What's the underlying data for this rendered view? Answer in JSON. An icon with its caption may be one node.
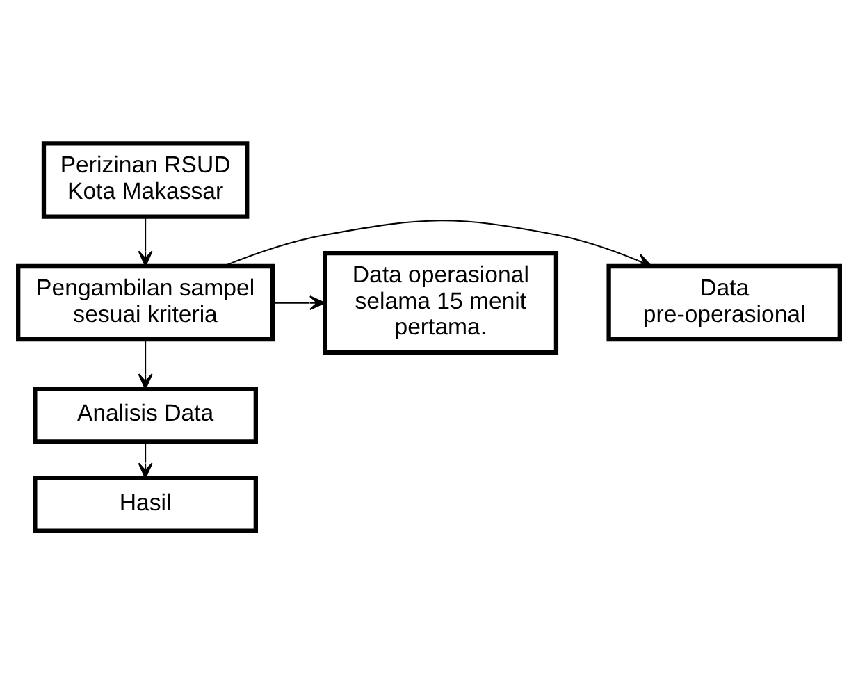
{
  "diagram": {
    "nodes": [
      {
        "text": [
          "Perizinan RSUD Kota Makassar"
        ]
      },
      {
        "text": [
          "Pengambilan sampel sesuai kriteria"
        ]
      },
      {
        "text": [
          "Analisis Data"
        ]
      },
      {
        "text": [
          "Hasil"
        ]
      },
      {
        "text": [
          "Data pre-operasional"
        ]
      },
      {
        "text": [
          "Data operasional selama 15 menit pertama."
        ]
      }
    ],
    "edges": [
      {
        "from": 0,
        "to": 1,
        "arrow": "to"
      },
      {
        "from": 1,
        "to": 2,
        "arrow": "to"
      },
      {
        "from": 2,
        "to": 3,
        "arrow": "to"
      },
      {
        "from": 1,
        "to": 4,
        "arrow": "to"
      },
      {
        "from": 1,
        "to": 5,
        "arrow": "to"
      }
    ]
  }
}
